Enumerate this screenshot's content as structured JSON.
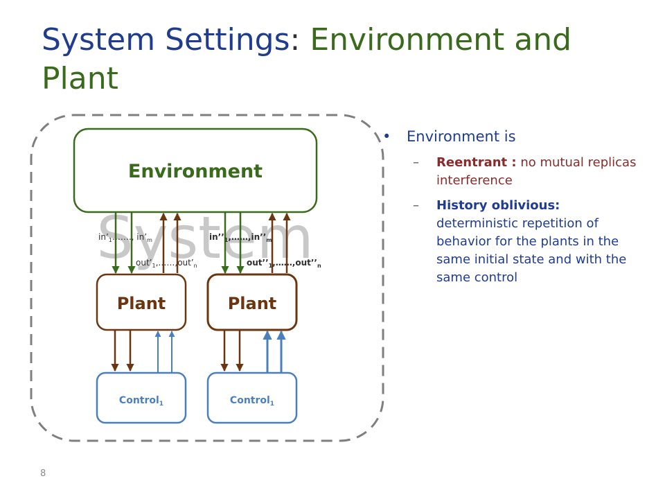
{
  "title": {
    "part1": "System Settings",
    "colon": ":",
    "part2": "Environment and Plant"
  },
  "diagram": {
    "watermark": "System",
    "environment_label": "Environment",
    "plant_left_label": "Plant",
    "plant_right_label": "Plant",
    "control_left": {
      "base": "Control",
      "sub": "1"
    },
    "control_right": {
      "base": "Control",
      "sub": "1"
    },
    "in_left": {
      "a": "in’",
      "a_sub": "1",
      "mid": "…….,  in’",
      "b_sub": "m"
    },
    "out_left": {
      "a": "out’",
      "a_sub": "1",
      "mid": ",……,out’",
      "b_sub": "n"
    },
    "in_right": {
      "a": "in’’",
      "a_sub": "1",
      "mid": ",……,in’’",
      "b_sub": "m"
    },
    "out_right": {
      "a": "out’’",
      "a_sub": "1",
      "mid": ",……,out’’",
      "b_sub": "n"
    },
    "colors": {
      "environment": "#3a6b1c",
      "plant": "#6b3510",
      "control": "#4a7fbf",
      "dashed_border": "#7f7f7f",
      "watermark": "#c8c8c8"
    }
  },
  "bullets": {
    "main": "Environment is",
    "sub1_key": "Reentrant :",
    "sub1_text": " no mutual replicas interference",
    "sub2_key": "History oblivious:",
    "sub2_text": " deterministic repetition of behavior for the plants in the same initial state and with the same control"
  },
  "page_number": "8"
}
